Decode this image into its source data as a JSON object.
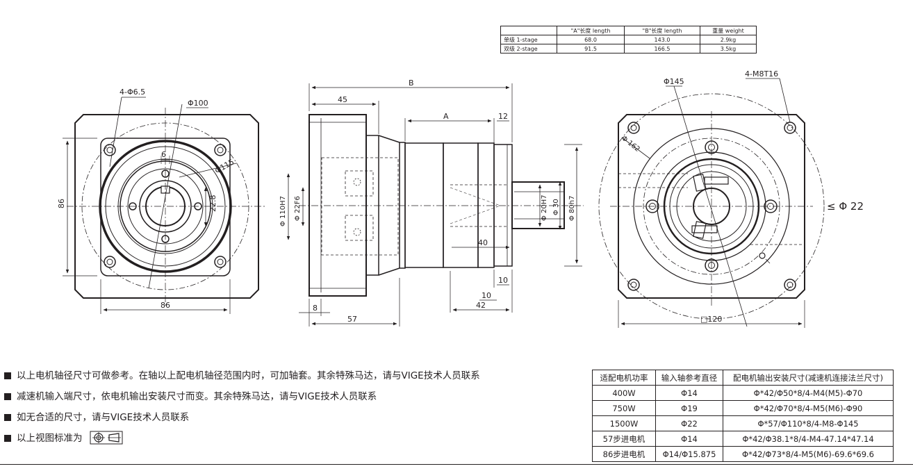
{
  "spec_table": {
    "headers": [
      "",
      "\"A\"长度 length",
      "\"B\"长度  length",
      "重量 weight"
    ],
    "rows": [
      [
        "单级 1-stage",
        "68.0",
        "143.0",
        "2.9kg"
      ],
      [
        "双级 2-stage",
        "91.5",
        "166.5",
        "3.5kg"
      ]
    ]
  },
  "front_view": {
    "hole_label": "4-Φ6.5",
    "pcd_label": "Φ100",
    "width_label": "86",
    "height_label": "86",
    "slot_label": "6",
    "keyway_label": "22.8",
    "outer_label": "Φ115"
  },
  "side_view": {
    "B": "B",
    "A": "A",
    "d45": "45",
    "d12": "12",
    "d40": "40",
    "d10a": "10",
    "d10b": "10",
    "d42": "42",
    "d8": "8",
    "d57": "57",
    "phi110": "Φ 110H7",
    "phi22": "Φ 22F6",
    "phi20": "Φ 20H7",
    "phi30": "Φ 30",
    "phi80": "Φ 80h7"
  },
  "rear_view": {
    "phi145": "Φ145",
    "tap_label": "4-M8T16",
    "phi162": "Φ 162",
    "square_label": "□120",
    "shaft_label": "≤ Φ 22"
  },
  "notes": [
    "以上电机轴径尺寸可做参考。在轴以上配电机轴径范围内时，可加轴套。其余特殊马达，请与VIGE技术人员联系",
    "减速机输入端尺寸，依电机输出安装尺寸而变。其余特殊马达，请与VIGE技术人员联系",
    "如无合适的尺寸，请与VIGE技术人员联系",
    "以上视图标准为"
  ],
  "motor_table": {
    "headers": [
      "适配电机功率",
      "输入轴参考直径",
      "配电机输出安装尺寸(减速机连接法兰尺寸)"
    ],
    "rows": [
      [
        "400W",
        "Φ14",
        "Φ*42/Φ50*8/4-M4(M5)-Φ70"
      ],
      [
        "750W",
        "Φ19",
        "Φ*42/Φ70*8/4-M5(M6)-Φ90"
      ],
      [
        "1500W",
        "Φ22",
        "Φ*57/Φ110*8/4-M8-Φ145"
      ],
      [
        "57步进电机",
        "Φ14",
        "Φ*42/Φ38.1*8/4-M4-47.14*47.14"
      ],
      [
        "86步进电机",
        "Φ14/Φ15.875",
        "Φ*42/Φ73*8/4-M5(M6)-69.6*69.6"
      ]
    ]
  }
}
